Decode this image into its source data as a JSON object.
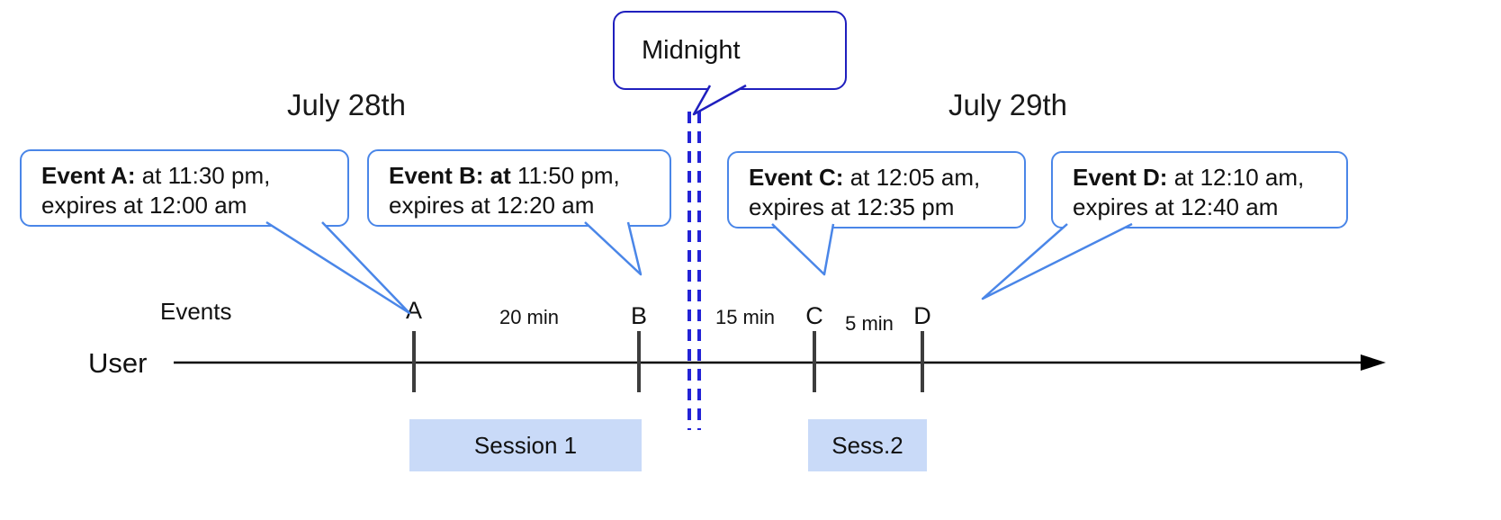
{
  "diagram": {
    "colors": {
      "callout_border": "#4a86e8",
      "midnight_border": "#1f1fbe",
      "dashed_line": "#2323d6",
      "session_fill": "#c9daf8",
      "timeline": "#000000",
      "tick": "#3d3d3d"
    },
    "midnight": {
      "label": "Midnight"
    },
    "dates": {
      "left": "July 28th",
      "right": "July 29th"
    },
    "axis": {
      "events_label": "Events",
      "user_label": "User"
    },
    "callouts": [
      {
        "bold": "Event A:",
        "rest": " at 11:30 pm,",
        "line2": "expires at 12:00 am"
      },
      {
        "bold": "Event B: at",
        "rest": " 11:50 pm,",
        "line2": "expires at 12:20 am"
      },
      {
        "bold": "Event C:",
        "rest": " at 12:05 am,",
        "line2": "expires at 12:35 pm"
      },
      {
        "bold": "Event D:",
        "rest": " at 12:10 am,",
        "line2": "expires at 12:40 am"
      }
    ],
    "ticks": [
      {
        "label": "A"
      },
      {
        "label": "B"
      },
      {
        "label": "C"
      },
      {
        "label": "D"
      }
    ],
    "gaps": [
      {
        "label": "20 min"
      },
      {
        "label": "15 min"
      },
      {
        "label": "5 min"
      }
    ],
    "sessions": [
      {
        "label": "Session 1"
      },
      {
        "label": "Sess.2"
      }
    ]
  }
}
